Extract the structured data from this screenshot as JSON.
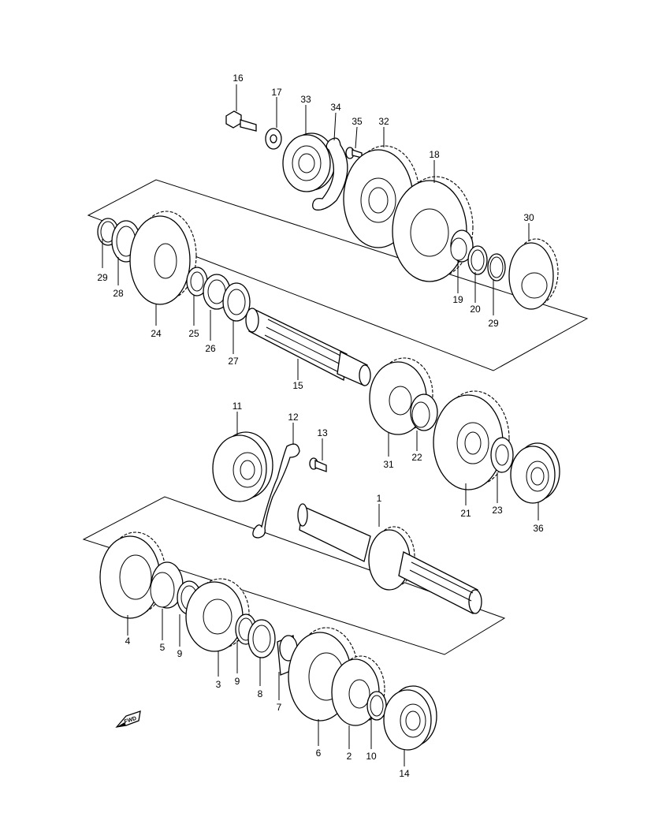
{
  "callouts": [
    "16",
    "17",
    "33",
    "34",
    "35",
    "32",
    "18",
    "30",
    "29",
    "28",
    "24",
    "25",
    "26",
    "27",
    "15",
    "19",
    "20",
    "29",
    "11",
    "12",
    "13",
    "31",
    "22",
    "21",
    "23",
    "36",
    "1",
    "4",
    "5",
    "9",
    "3",
    "9",
    "8",
    "7",
    "6",
    "2",
    "10",
    "14"
  ],
  "fwd_badge": "FWD"
}
